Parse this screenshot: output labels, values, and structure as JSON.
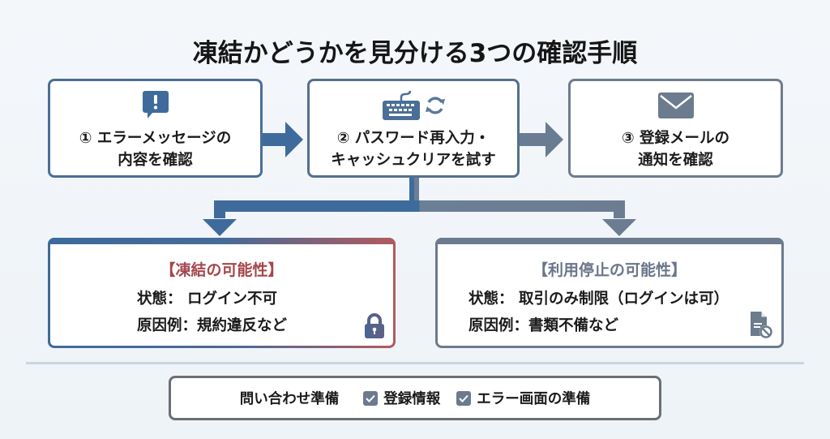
{
  "title": "凍結かどうかを見分ける3つの確認手順",
  "steps": [
    {
      "number": "①",
      "line1": "① エラーメッセージの",
      "line2": "内容を確認",
      "icon": "alert-speech-bubble-icon"
    },
    {
      "number": "②",
      "line1": "② パスワード再入力・",
      "line2": "キャッシュクリアを試す",
      "icon": "keyboard-refresh-icon"
    },
    {
      "number": "③",
      "line1": "③ 登録メールの",
      "line2": "通知を確認",
      "icon": "envelope-icon"
    }
  ],
  "results": {
    "freeze": {
      "title": "【凍結の可能性】",
      "status": "状態： ログイン不可",
      "cause": "原因例：規約違反など",
      "icon": "lock-icon",
      "accent": "#a4474b"
    },
    "suspend": {
      "title": "【利用停止の可能性】",
      "status": "状態： 取引のみ制限（ログインは可）",
      "cause": "原因例：書類不備など",
      "icon": "document-blocked-icon",
      "accent": "#6a7689"
    }
  },
  "prep": {
    "title": "問い合わせ準備",
    "items": [
      {
        "label": "登録情報",
        "checked": true
      },
      {
        "label": "エラー画面の準備",
        "checked": true
      }
    ]
  },
  "colors": {
    "blue": "#3f6b9a",
    "slate": "#6c7b8e",
    "red": "#a4474b"
  }
}
